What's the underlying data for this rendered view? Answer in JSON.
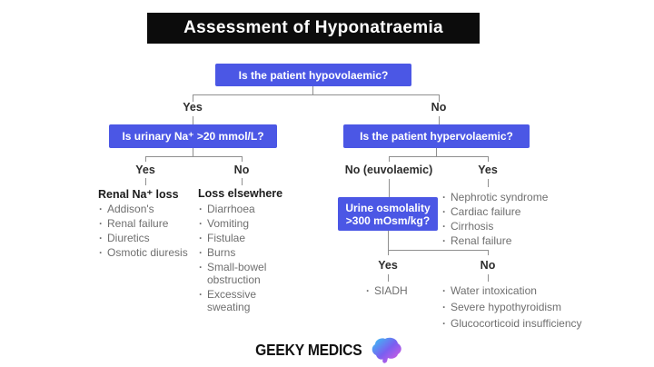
{
  "title": "Assessment of Hyponatraemia",
  "root_question": "Is the patient hypovolaemic?",
  "left_branch": {
    "label": "Yes",
    "question": "Is urinary Na⁺ >20 mmol/L?",
    "yes": {
      "label": "Yes",
      "heading": "Renal Na⁺ loss",
      "items": [
        "Addison's",
        "Renal failure",
        "Diuretics",
        "Osmotic diuresis"
      ]
    },
    "no": {
      "label": "No",
      "heading": "Loss elsewhere",
      "items": [
        "Diarrhoea",
        "Vomiting",
        "Fistulae",
        "Burns",
        "Small-bowel obstruction",
        "Excessive sweating"
      ]
    }
  },
  "right_branch": {
    "label": "No",
    "question": "Is the patient hypervolaemic?",
    "yes": {
      "label": "Yes",
      "items": [
        "Nephrotic syndrome",
        "Cardiac failure",
        "Cirrhosis",
        "Renal failure"
      ]
    },
    "no_euvolaemic": {
      "label": "No (euvolaemic)",
      "question_line1": "Urine osmolality",
      "question_line2": ">300 mOsm/kg?",
      "yes": {
        "label": "Yes",
        "items": [
          "SIADH"
        ]
      },
      "no": {
        "label": "No",
        "items": [
          "Water intoxication",
          "Severe hypothyroidism",
          "Glucocorticoid insufficiency"
        ]
      }
    }
  },
  "footer": {
    "brand": "GEEKY MEDICS",
    "logo": "brain-icon"
  },
  "colors": {
    "box_blue": "#4b57e5",
    "title_bg": "#0c0c0c",
    "line": "#8f8f8f",
    "text_muted": "#6f6f6f",
    "text_dark": "#2d2d2d",
    "brain_cyan": "#35c8f5",
    "brain_purple": "#7a5ff0",
    "brain_magenta": "#e85bdf"
  }
}
